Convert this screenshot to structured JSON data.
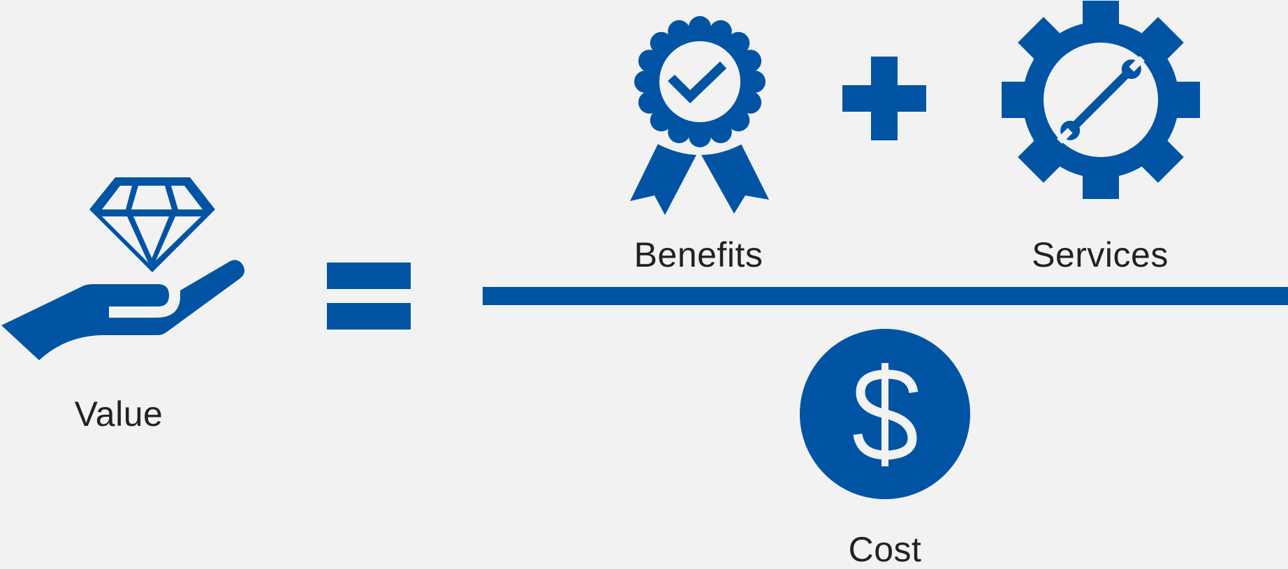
{
  "diagram": {
    "accent_color": "#0054a3",
    "background_color": "#f2f2f2",
    "value_label": "Value",
    "benefits_label": "Benefits",
    "services_label": "Services",
    "cost_label": "Cost",
    "equals_symbol_icon": "equals-icon",
    "plus_symbol_icon": "plus-icon",
    "value_icon": "hand-diamond-icon",
    "benefits_icon": "award-ribbon-icon",
    "services_icon": "gear-wrench-icon",
    "cost_icon": "dollar-coin-icon"
  }
}
